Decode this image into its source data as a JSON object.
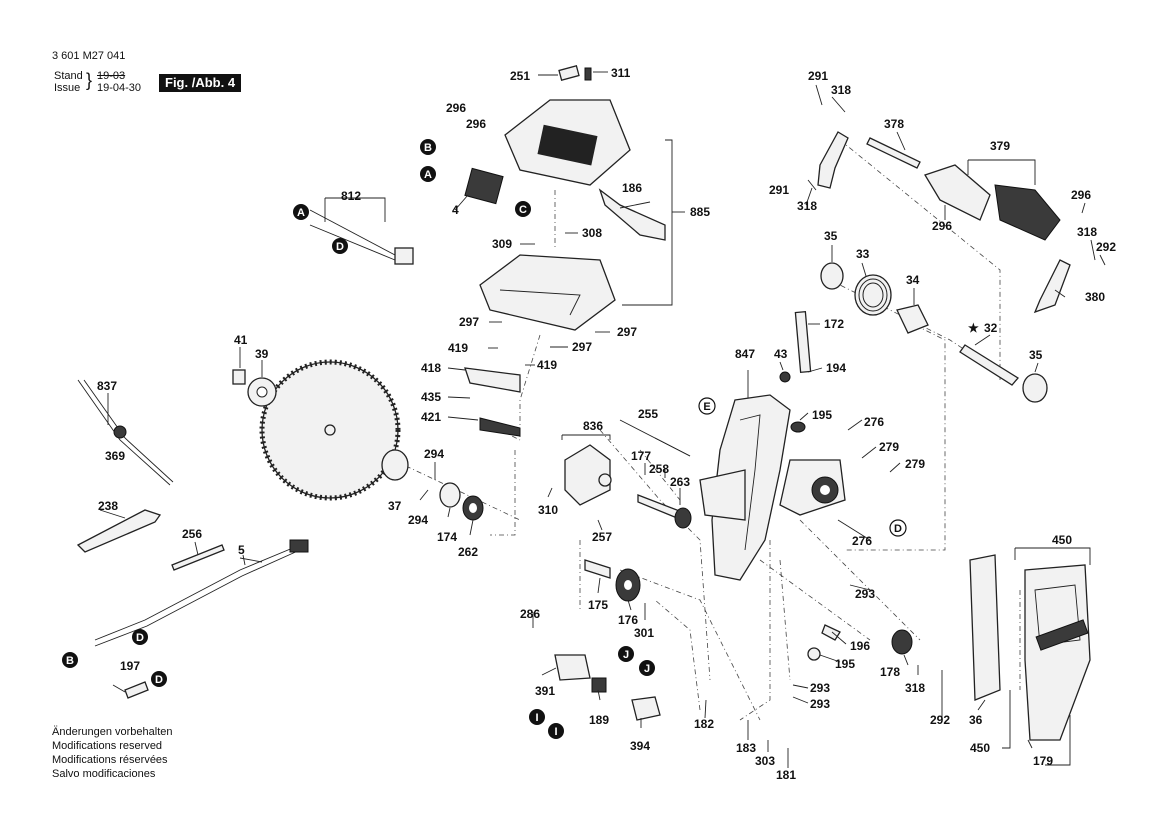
{
  "header": {
    "doc_number": "3 601 M27 041",
    "stand_label": "Stand",
    "issue_label": "Issue",
    "stand_date": "19-03",
    "issue_date": "19-04-30",
    "figure_tag": "Fig. /Abb. 4"
  },
  "notes": [
    "Änderungen vorbehalten",
    "Modifications reserved",
    "Modifications réservées",
    "Salvo modificaciones"
  ],
  "markers": {
    "A": "A",
    "B": "B",
    "C": "C",
    "D": "D",
    "E": "E",
    "I": "I",
    "J": "J"
  },
  "star_symbol": "★",
  "parts": {
    "p4": "4",
    "p5": "5",
    "p32": "32",
    "p33": "33",
    "p34": "34",
    "p35a": "35",
    "p35b": "35",
    "p36": "36",
    "p37": "37",
    "p39": "39",
    "p41": "41",
    "p43": "43",
    "p172": "172",
    "p174": "174",
    "p175": "175",
    "p176": "176",
    "p177": "177",
    "p178": "178",
    "p179": "179",
    "p181": "181",
    "p182": "182",
    "p183": "183",
    "p186": "186",
    "p189": "189",
    "p194": "194",
    "p195a": "195",
    "p195b": "195",
    "p196": "196",
    "p197": "197",
    "p238": "238",
    "p251": "251",
    "p255": "255",
    "p256": "256",
    "p257": "257",
    "p258": "258",
    "p262": "262",
    "p263": "263",
    "p276a": "276",
    "p276b": "276",
    "p279a": "279",
    "p279b": "279",
    "p286": "286",
    "p291a": "291",
    "p291b": "291",
    "p292a": "292",
    "p292b": "292",
    "p293a": "293",
    "p293b": "293",
    "p293c": "293",
    "p294a": "294",
    "p294b": "294",
    "p296a": "296",
    "p296b": "296",
    "p296c": "296",
    "p296d": "296",
    "p297a": "297",
    "p297b": "297",
    "p297c": "297",
    "p301": "301",
    "p303": "303",
    "p308": "308",
    "p309": "309",
    "p310": "310",
    "p311": "311",
    "p318a": "318",
    "p318b": "318",
    "p318c": "318",
    "p318d": "318",
    "p369": "369",
    "p378": "378",
    "p379": "379",
    "p380": "380",
    "p391": "391",
    "p394": "394",
    "p418": "418",
    "p419a": "419",
    "p419b": "419",
    "p421": "421",
    "p435": "435",
    "p450a": "450",
    "p450b": "450",
    "p812": "812",
    "p836": "836",
    "p837": "837",
    "p847": "847",
    "p885": "885"
  }
}
